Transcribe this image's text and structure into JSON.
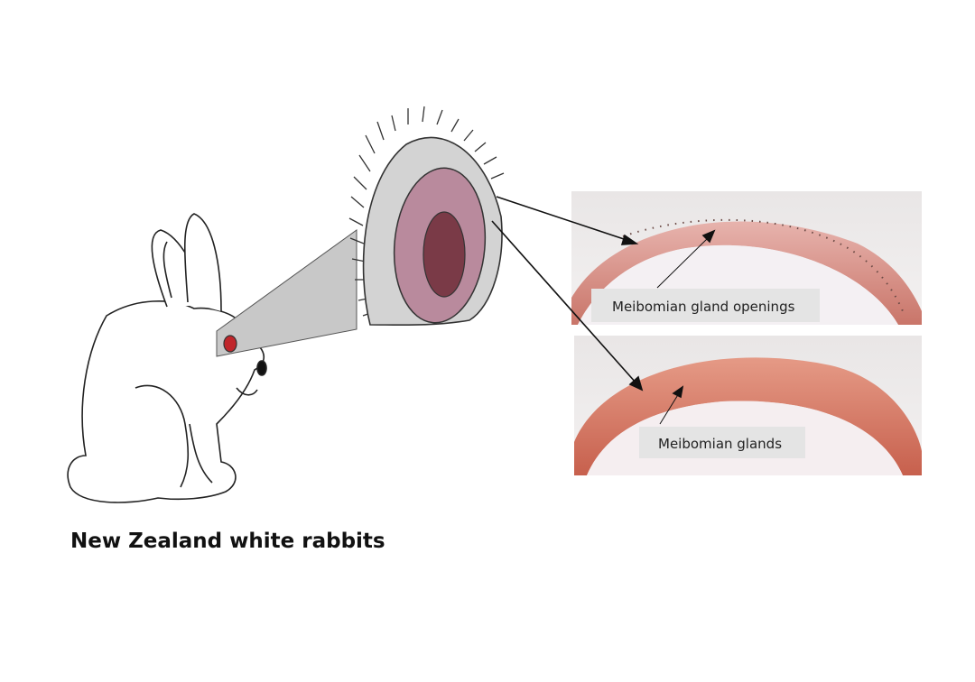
{
  "caption": "New Zealand white rabbits",
  "labels": {
    "openings": "Meibomian gland openings",
    "glands": "Meibomian glands"
  },
  "colors": {
    "cone": "#c8c8c8",
    "eyelid": "#d3d3d3",
    "eye_outer": "#b98a9d",
    "eye_inner": "#7a3a47",
    "lid_margin": "#d97a6e",
    "label_box": "#e4e4e4"
  }
}
